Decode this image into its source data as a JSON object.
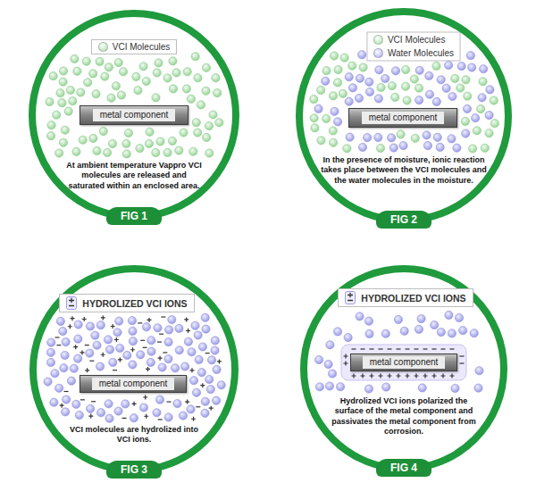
{
  "diagram": {
    "nodes": [
      {
        "text": [
          "At ambient temperature Vappro VCI molecules are released and saturated within an enclosed area.",
          "FIG 1"
        ]
      },
      {
        "text": [
          "metal component"
        ],
        "in": 0
      },
      {
        "text": [
          "In the presence of moisture, ionic reaction takes place between the VCI molecules and the water molecules in the moisture.",
          "FIG 2"
        ]
      },
      {
        "text": [
          "metal component"
        ],
        "in": 2
      },
      {
        "text": [
          "VCI molecules are hydrolized into VCI ions.",
          "FIG 3"
        ]
      },
      {
        "text": [
          "metal component"
        ],
        "in": 4
      },
      {
        "text": [
          "Hydrolized VCI ions polarized the surface of the metal component and passivates the metal component from corrosion.",
          "FIG 4"
        ]
      },
      {
        "text": [
          "metal component"
        ],
        "in": 6
      }
    ],
    "legend": [
      {
        "text": "VCI Molecules",
        "color": "#a8dca8"
      },
      {
        "text": "VCI Molecules",
        "color": "#a8dca8"
      },
      {
        "text": "Water Molecules",
        "color": "#a9a9ee"
      },
      {
        "text": "HYDROLIZED VCI IONS"
      },
      {
        "text": "HYDROLIZED VCI IONS"
      }
    ]
  }
}
